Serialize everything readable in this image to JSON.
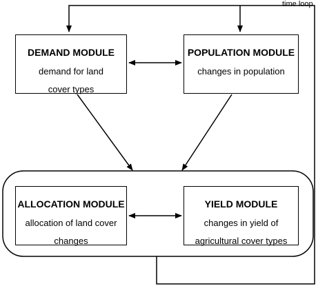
{
  "modules": {
    "demand": {
      "title": "DEMAND MODULE",
      "line1": "demand for land",
      "line2": "cover types"
    },
    "population": {
      "title": "POPULATION MODULE",
      "line1": "changes in population"
    },
    "allocation": {
      "title": "ALLOCATION MODULE",
      "line1": "allocation of land cover",
      "line2": "changes"
    },
    "yield": {
      "title": "YIELD MODULE",
      "line1": "changes in yield of",
      "line2": "agricultural cover types"
    }
  },
  "loop": {
    "label": "time loop"
  },
  "colors": {
    "line": "#000000",
    "background": "#ffffff"
  }
}
